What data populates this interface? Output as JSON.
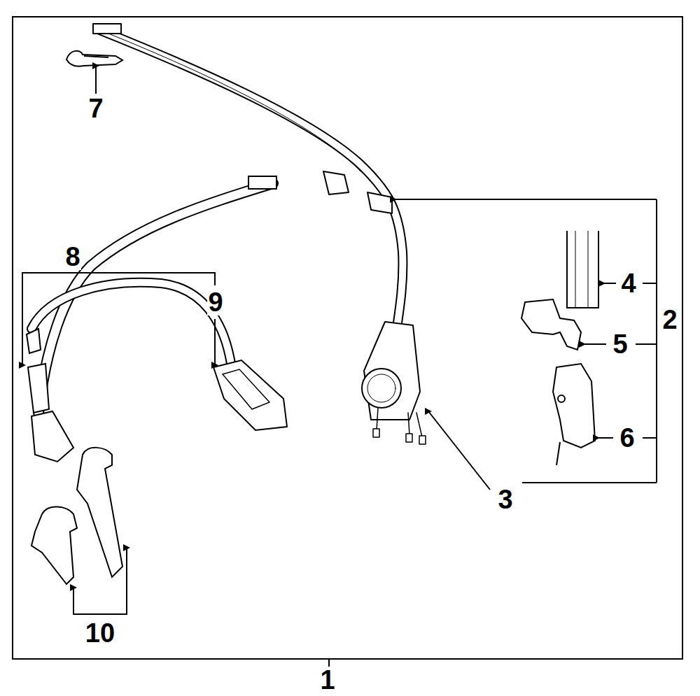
{
  "diagram": {
    "labels": [
      "7",
      "8",
      "9",
      "2",
      "4",
      "5",
      "6",
      "3",
      "10",
      "1"
    ]
  }
}
